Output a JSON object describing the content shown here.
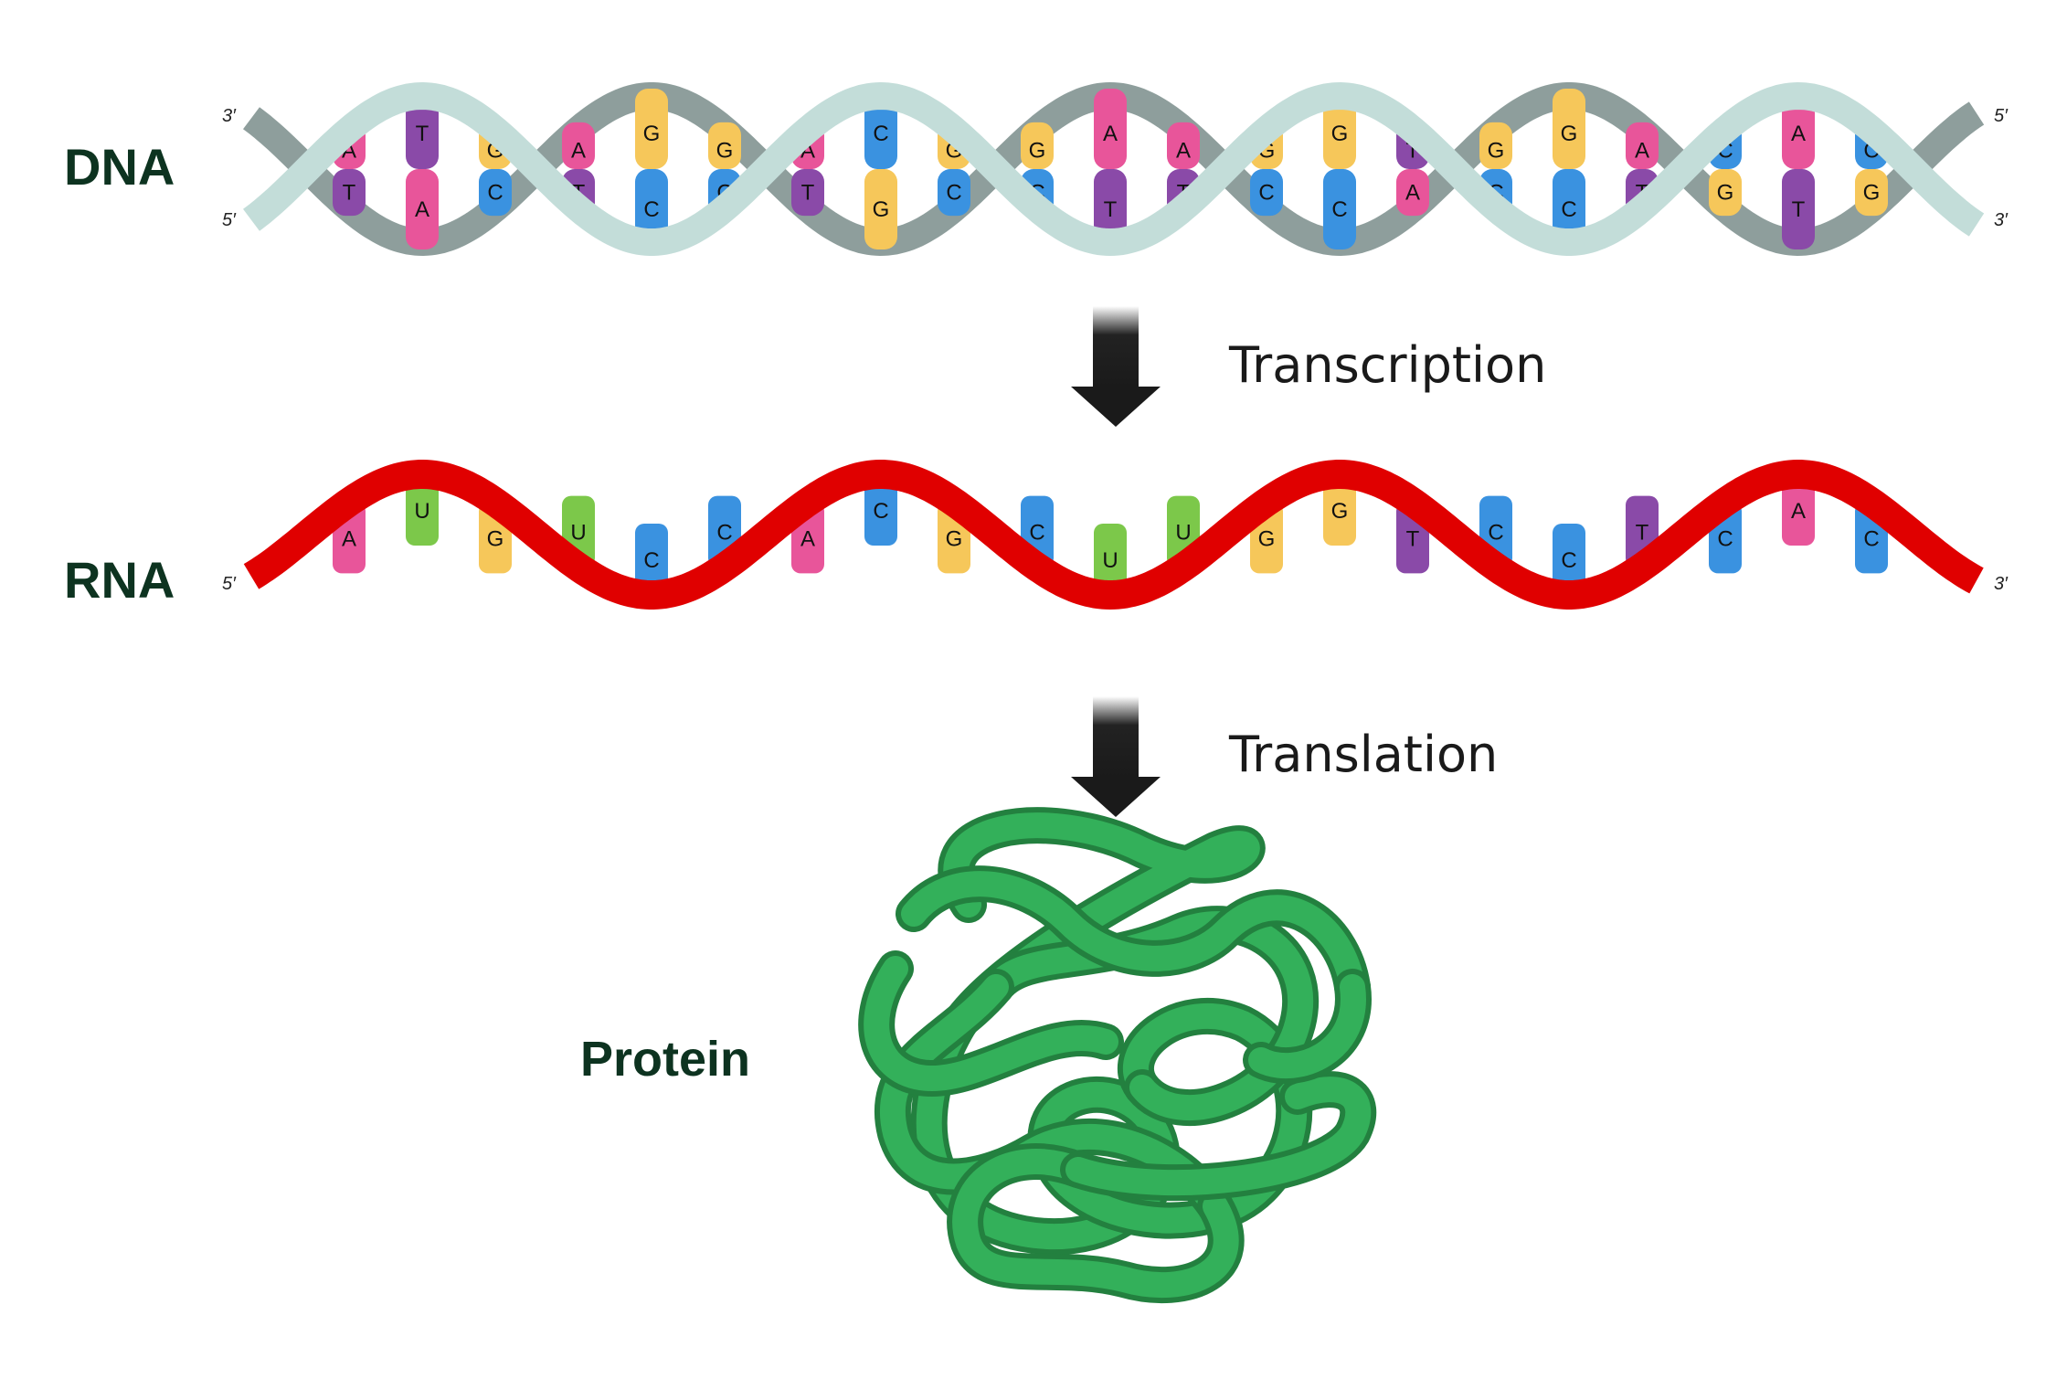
{
  "labels": {
    "dna": "DNA",
    "rna": "RNA",
    "protein": "Protein"
  },
  "processes": {
    "transcription": "Transcription",
    "translation": "Translation"
  },
  "dna_ends": {
    "top_left": "3′",
    "bottom_left": "5′",
    "top_right": "5′",
    "bottom_right": "3′"
  },
  "rna_ends": {
    "left": "5′",
    "right": "3′"
  },
  "dna": {
    "top_strand": [
      "A",
      "T",
      "G",
      "A",
      "G",
      "G",
      "A",
      "C",
      "G",
      "G",
      "A",
      "A",
      "G",
      "G",
      "T",
      "G",
      "G",
      "A",
      "C",
      "A",
      "C"
    ],
    "bottom_strand": [
      "T",
      "A",
      "C",
      "T",
      "C",
      "C",
      "T",
      "G",
      "C",
      "C",
      "T",
      "T",
      "C",
      "C",
      "A",
      "C",
      "C",
      "T",
      "G",
      "T",
      "G"
    ]
  },
  "rna": {
    "bases": [
      "A",
      "U",
      "G",
      "U",
      "C",
      "C",
      "A",
      "C",
      "G",
      "C",
      "U",
      "U",
      "G",
      "G",
      "T",
      "C",
      "C",
      "T",
      "C",
      "A",
      "C"
    ]
  },
  "colors": {
    "A": "#e8559a",
    "T": "#8a4aa8",
    "G": "#f6c75a",
    "C": "#3a92e0",
    "U": "#7cc84a",
    "dna_front": "#c3ddd9",
    "dna_back": "#8e9e9c",
    "rna": "#e00000",
    "rna_dark": "#b00000",
    "protein": "#33b05a",
    "protein_dark": "#23803f",
    "label": "#0d3320"
  }
}
